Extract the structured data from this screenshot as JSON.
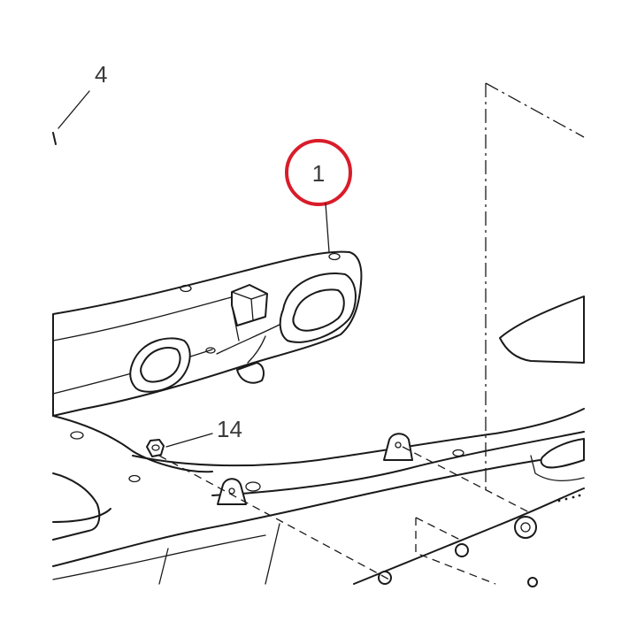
{
  "callouts": {
    "part_1": "1",
    "part_4": "4",
    "part_14": "14"
  },
  "colors": {
    "highlight_ring": "#d91c2a",
    "line_art": "#1a1a1a",
    "label_text": "#3a3a3a"
  }
}
